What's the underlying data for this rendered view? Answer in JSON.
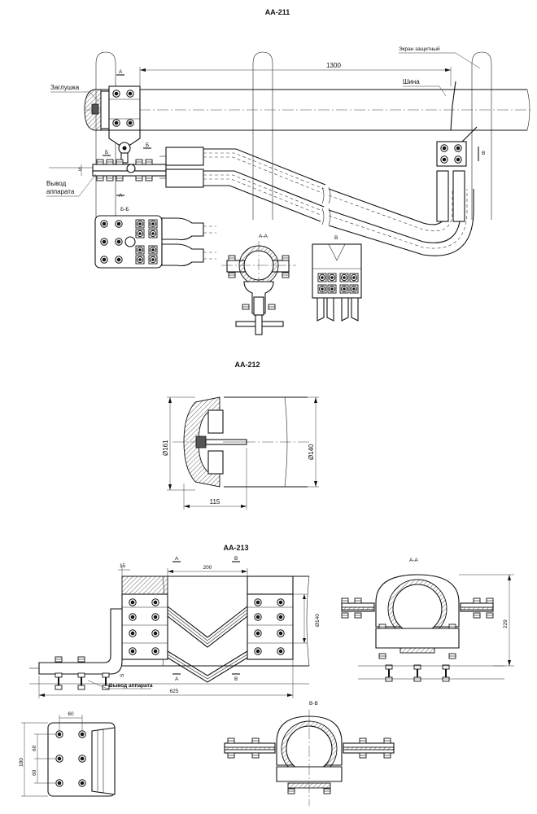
{
  "drawings": {
    "aa211": {
      "title": "АА-211",
      "labels": {
        "cap": "Заглушка",
        "screen": "Экран защитный",
        "bus": "Шина",
        "terminal_line1": "Вывод",
        "terminal_line2": "аппарата"
      },
      "dims": {
        "length": "1300"
      },
      "section_marks": {
        "a": "А",
        "b": "Б",
        "v": "В",
        "s": "S"
      },
      "views": {
        "bb": "Б-Б",
        "aa": "А-А",
        "v": "В"
      }
    },
    "aa212": {
      "title": "АА-212",
      "dims": {
        "d_outer": "Ø161",
        "d_inner": "Ø140",
        "depth": "115"
      }
    },
    "aa213": {
      "title": "АА-213",
      "labels": {
        "terminal": "Вывод аппарата"
      },
      "dims": {
        "d15": "15",
        "d200": "200",
        "d140": "Ø140",
        "d625": "625",
        "d229": "229",
        "d60a": "60",
        "d60b": "60",
        "d60c": "60",
        "d180": "180"
      },
      "section_marks": {
        "a": "А",
        "b": "В",
        "s": "S"
      },
      "views": {
        "aa": "А-А",
        "bb": "В-В"
      }
    }
  }
}
